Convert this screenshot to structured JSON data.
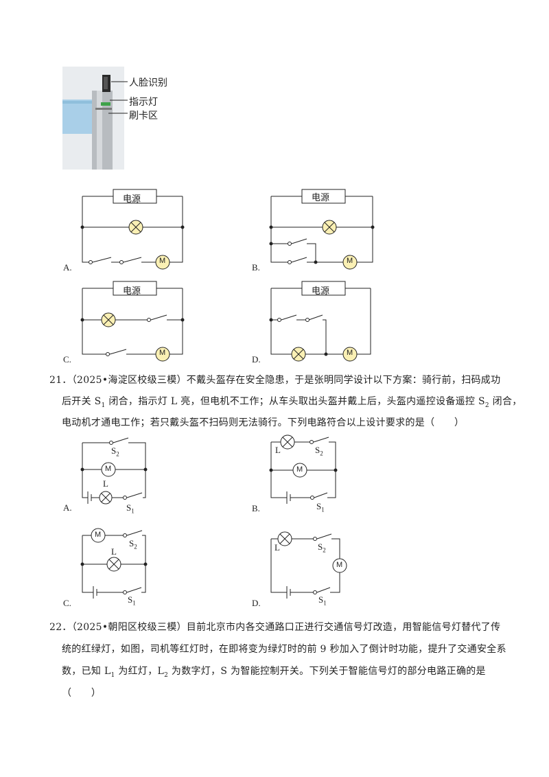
{
  "photo": {
    "labels": [
      "人脸识别",
      "指示灯",
      "刷卡区"
    ]
  },
  "q20_options": [
    {
      "letter": "A.",
      "box": "电源",
      "motor": "M"
    },
    {
      "letter": "B.",
      "box": "电源",
      "motor": "M"
    },
    {
      "letter": "C.",
      "box": "电源",
      "motor": "M"
    },
    {
      "letter": "D.",
      "box": "电源",
      "motor": "M"
    }
  ],
  "q21": {
    "line1": "21．（2025•海淀区校级三模）不戴头盔存在安全隐患，于是张明同学设计以下方案：骑行前，扫码成功",
    "line2_a": "后开关 S",
    "line2_sub1": "1",
    "line2_b": " 闭合，指示灯 L 亮，但电机不工作；从车头取出头盔并戴上后，头盔内遥控设备遥控 S",
    "line2_sub2": "2",
    "line2_c": " 闭合，",
    "line3": "电动机才通电工作；若只戴头盔不扫码则无法骑行。下列电路符合以上设计要求的是（　　）",
    "options": [
      {
        "letter": "A.",
        "motor": "M",
        "lamp": "L",
        "s1": "S",
        "s1sub": "1",
        "s2": "S",
        "s2sub": "2"
      },
      {
        "letter": "B.",
        "motor": "M",
        "lamp": "L",
        "s1": "S",
        "s1sub": "1",
        "s2": "S",
        "s2sub": "2"
      },
      {
        "letter": "C.",
        "motor": "M",
        "lamp": "L",
        "s1": "S",
        "s1sub": "1",
        "s2": "S",
        "s2sub": "2"
      },
      {
        "letter": "D.",
        "motor": "M",
        "lamp": "L",
        "s1": "S",
        "s1sub": "1",
        "s2": "S",
        "s2sub": "2"
      }
    ]
  },
  "q22": {
    "line1": "22．（2025•朝阳区校级三模）目前北京市内各交通路口正进行交通信号灯改造，用智能信号灯替代了传",
    "line2": "统的红绿灯，如图，司机等红灯时，在即将变为绿灯时的前 9 秒加入了倒计时功能，提升了交通安全系",
    "line3_a": "数，已知 L",
    "line3_sub1": "1",
    "line3_b": " 为红灯，L",
    "line3_sub2": "2",
    "line3_c": " 为数字灯，S 为智能控制开关。下列关于智能信号灯的部分电路正确的是",
    "line4": "（　　）"
  }
}
